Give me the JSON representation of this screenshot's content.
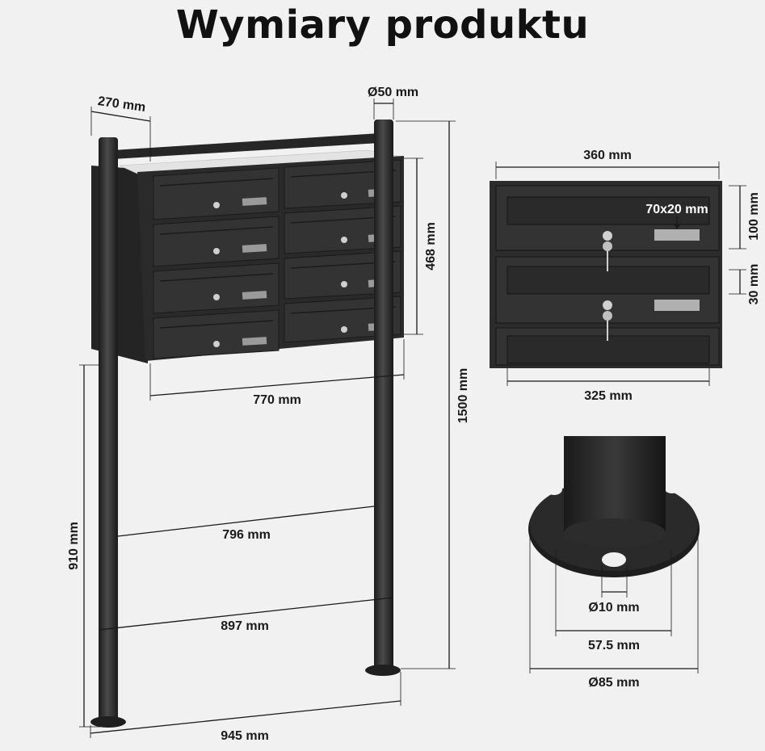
{
  "title": "Wymiary produktu",
  "colors": {
    "background": "#f1f1f1",
    "product": "#2b2b2b",
    "text": "#1a1a1a"
  },
  "labels": {
    "depth": "270 mm",
    "post_diameter": "Ø50 mm",
    "box_height": "468 mm",
    "total_height": "1500 mm",
    "box_width": "770 mm",
    "inner_post_spacing": "796 mm",
    "outer_post_spacing": "897 mm",
    "leg_height": "910 mm",
    "base_width": "945 mm",
    "front_width": "360 mm",
    "slot_height": "100 mm",
    "slot_gap": "30 mm",
    "nameplate": "70x20 mm",
    "inner_width": "325 mm",
    "hole_diameter": "Ø10 mm",
    "pipe_diameter": "57.5 mm",
    "flange_diameter": "Ø85 mm"
  }
}
